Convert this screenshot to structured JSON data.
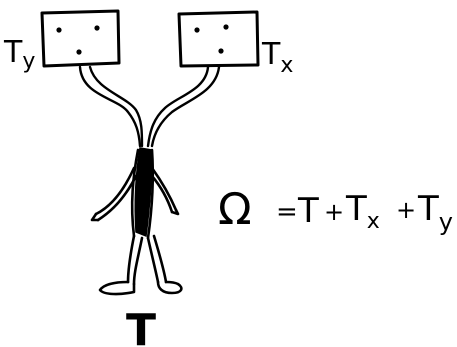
{
  "labels": {
    "left_box": {
      "base": "T",
      "sub": "y"
    },
    "right_box": {
      "base": "T",
      "sub": "x"
    },
    "figure": "T"
  },
  "equation": {
    "omega": "Ω",
    "eq": "=",
    "t": "T",
    "plus_1": "+",
    "tx_base": "T",
    "tx_sub": "x",
    "plus_2": "+",
    "ty_base": "T",
    "ty_sub": "y"
  },
  "colors": {
    "ink": "#000000",
    "paper": "#ffffff"
  }
}
